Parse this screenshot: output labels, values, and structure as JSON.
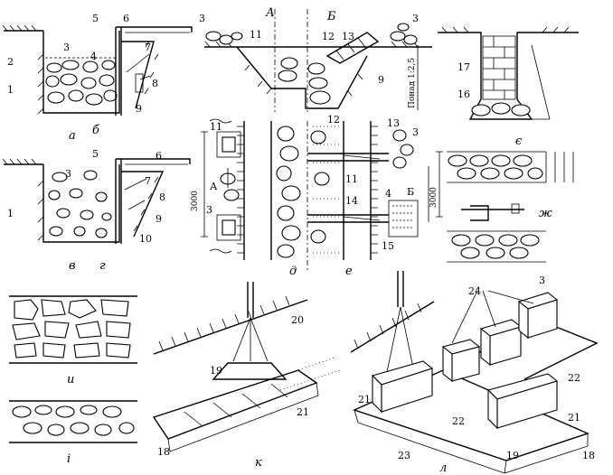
{
  "figure": {
    "panel_letters": {
      "a": "а",
      "b": "б",
      "v": "в",
      "g": "г",
      "d": "д",
      "e": "е",
      "ye": "є",
      "zh": "ж",
      "i": "и",
      "i2": "і",
      "k": "к",
      "l": "л"
    },
    "section_letters": {
      "A": "А",
      "B": "Б"
    },
    "numbers": {
      "n1": "1",
      "n2": "2",
      "n3": "3",
      "n4": "4",
      "n5": "5",
      "n6": "6",
      "n7": "7",
      "n8": "8",
      "n9": "9",
      "n10": "10",
      "n11": "11",
      "n12": "12",
      "n13": "13",
      "n14": "14",
      "n15": "15",
      "n16": "16",
      "n17": "17",
      "n18": "18",
      "n19": "19",
      "n20": "20",
      "n21": "21",
      "n22": "22",
      "n23": "23",
      "n24": "24"
    },
    "dimensions": {
      "d3000": "3000",
      "slope": "Понад 1:2,5"
    },
    "arrows": {
      "a_arrow": "А",
      "b_arrow": "Б"
    },
    "misc": {
      "zh_label": "ж"
    }
  }
}
